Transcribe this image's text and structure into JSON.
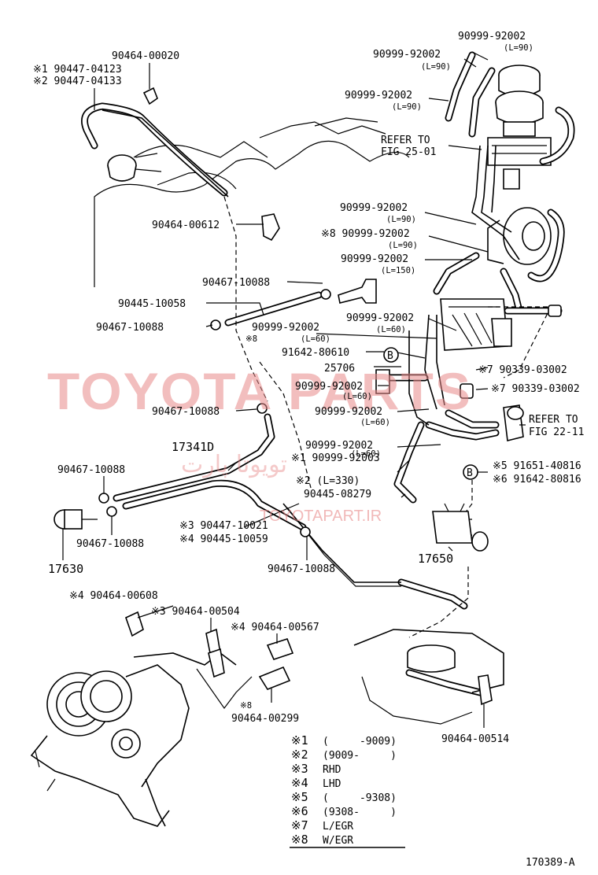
{
  "labels": {
    "l_90464_00020": "90464-00020",
    "l_90447_04123": "※1 90447-04123",
    "l_90447_04133": "※2 90447-04133",
    "l_90464_00612": "90464-00612",
    "l_90467_10088_a": "90467-10088",
    "l_90445_10058": "90445-10058",
    "l_90467_10088_b": "90467-10088",
    "l_90999_92002_s8": "90999-92002",
    "l_s8_mark": "※8",
    "l_l60_a": "(L=60)",
    "l_91642_80610": "91642-80610",
    "l_25706": "25706",
    "l_90999_92002_g": "90999-92002",
    "l_l60_b": "(L=60)",
    "l_90467_10088_c": "90467-10088",
    "l_17341d": "17341D",
    "l_90467_10088_d": "90467-10088",
    "l_90467_10088_e": "90467-10088",
    "l_17630": "17630",
    "l_90447_10021": "※3 90447-10021",
    "l_90445_10059": "※4 90445-10059",
    "l_90467_10088_f": "90467-10088",
    "l_90999_92003": "※1 90999-92003",
    "l_l330": "※2 (L=330)",
    "l_90445_08279": "90445-08279",
    "l_17650": "17650",
    "l_top_1": "90999-92002",
    "l_top_1_l": "(L=90)",
    "l_top_2": "90999-92002",
    "l_top_2_l": "(L=90)",
    "l_top_3": "90999-92002",
    "l_top_3_l": "(L=90)",
    "l_refer_25": "REFER TO",
    "l_refer_25_fig": "FIG 25-01",
    "l_r1": "90999-92002",
    "l_r1_l": "(L=90)",
    "l_r2": "※8 90999-92002",
    "l_r2_l": "(L=90)",
    "l_r3": "90999-92002",
    "l_r3_l": "(L=150)",
    "l_r4": "90999-92002",
    "l_r4_l": "(L=60)",
    "l_90339_a": "※7 90339-03002",
    "l_90339_b": "※7 90339-03002",
    "l_r5": "90999-92002",
    "l_r5_l": "(L=60)",
    "l_refer_22": "REFER TO",
    "l_refer_22_fig": "FIG 22-11",
    "l_r6": "90999-92002",
    "l_r6_l": "(L=60)",
    "l_91651": "※5 91651-40816",
    "l_91642_80816": "※6 91642-80816",
    "l_90464_00608": "※4 90464-00608",
    "l_90464_00504": "※3 90464-00504",
    "l_90464_00567": "※4 90464-00567",
    "l_90464_00299_m": "※8",
    "l_90464_00299": "90464-00299",
    "l_90464_00514": "90464-00514",
    "circle_b": "B",
    "fig_number": "170389-A"
  },
  "legend": [
    {
      "mark": "※1",
      "text": "(     -9009)"
    },
    {
      "mark": "※2",
      "text": "(9009-     )"
    },
    {
      "mark": "※3",
      "text": "RHD"
    },
    {
      "mark": "※4",
      "text": "LHD"
    },
    {
      "mark": "※5",
      "text": "(     -9308)"
    },
    {
      "mark": "※6",
      "text": "(9308-     )"
    },
    {
      "mark": "※7",
      "text": "L/EGR"
    },
    {
      "mark": "※8",
      "text": "W/EGR"
    }
  ],
  "watermark": {
    "brand": "TOYOTA PARTS",
    "persian": "تویوتا پارت",
    "url": "TOYOTAPART.IR"
  },
  "colors": {
    "watermark": "#e88a8a",
    "line": "#000000"
  }
}
